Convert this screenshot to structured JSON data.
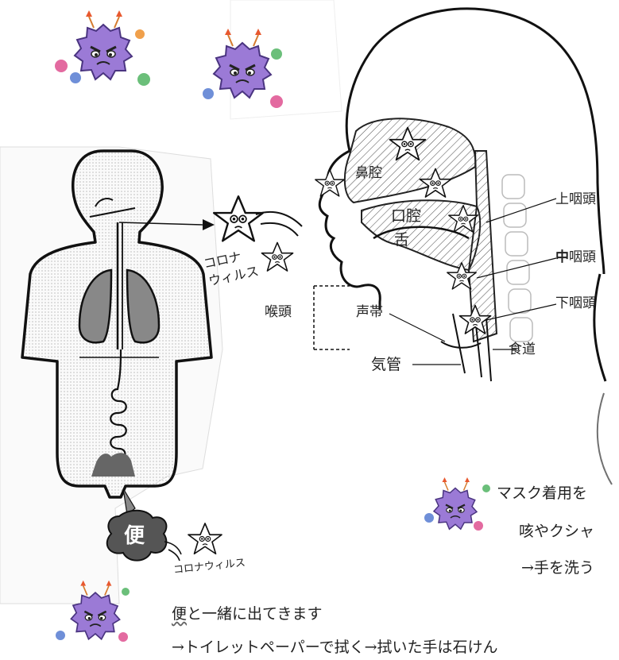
{
  "diagram": {
    "body_label_nasal_cavity": "鼻腔",
    "body_label_oral_cavity": "口腔",
    "body_label_tongue": "舌",
    "body_label_larynx": "喉頭",
    "body_label_vocal_cords": "声帯",
    "body_label_trachea": "気管",
    "body_label_esophagus": "食道",
    "label_upper_pharynx": "上咽頭",
    "label_mid_pharynx_first": "中",
    "label_mid_pharynx_rest": "咽頭",
    "label_lower_pharynx": "下咽頭",
    "virus_label_line1": "コロナ",
    "virus_label_line2": "ウィルス",
    "stool_label": "便",
    "stool_virus_label": "コロナウィルス"
  },
  "notes": {
    "mask_text": "マスク着用を",
    "cough_text": "咳やクシャ",
    "wash_text": "→手を洗う",
    "stool_first_char": "便",
    "stool_rest": "と一緒に出てきます",
    "toilet_text": "→トイレットペーパーで拭く→拭いた手は石けん"
  },
  "colors": {
    "virus_body": "#9b7ad6",
    "virus_dark": "#5d3f9c",
    "spore_pink": "#e36aa0",
    "spore_blue": "#6f8fd8",
    "spore_green": "#6bbf7a",
    "spore_orange": "#f0a04b"
  }
}
